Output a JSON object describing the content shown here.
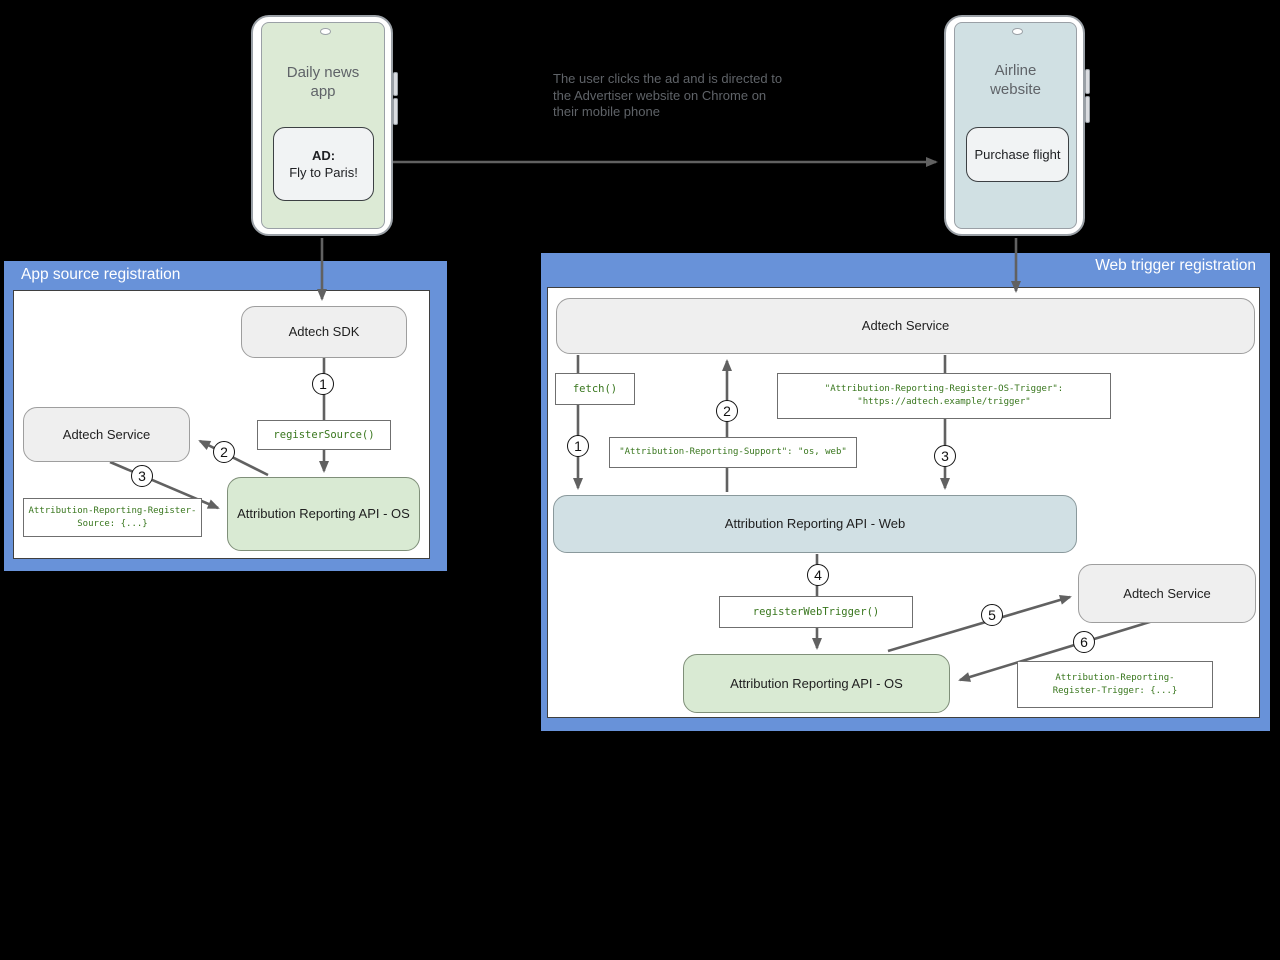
{
  "phones": {
    "left": {
      "title_lines": [
        "Daily news",
        "app"
      ],
      "ad_heading": "AD:",
      "ad_text": "Fly to Paris!"
    },
    "right": {
      "title_lines": [
        "Airline",
        "website"
      ],
      "button": "Purchase flight"
    }
  },
  "annotation": {
    "lines": [
      "The user clicks the ad and is directed to",
      "the Advertiser website on Chrome on",
      "their mobile phone"
    ]
  },
  "panels": {
    "app_source": {
      "title": "App source registration",
      "nodes": {
        "adtech_sdk": "Adtech SDK",
        "adtech_service": "Adtech Service",
        "api_os": "Attribution Reporting API - OS"
      },
      "code": {
        "register_source": "registerSource()",
        "source_header_lines": [
          "Attribution-Reporting-Register-",
          "Source: {...}"
        ]
      },
      "steps": [
        "1",
        "2",
        "3"
      ]
    },
    "web_trigger": {
      "title": "Web trigger registration",
      "nodes": {
        "adtech_service_top": "Adtech Service",
        "api_web": "Attribution Reporting API - Web",
        "adtech_service_right": "Adtech Service",
        "api_os": "Attribution Reporting API - OS"
      },
      "code": {
        "fetch": "fetch()",
        "os_trigger_lines": [
          "\"Attribution-Reporting-Register-OS-Trigger\":",
          "\"https://adtech.example/trigger\""
        ],
        "support": "\"Attribution-Reporting-Support\": \"os, web\"",
        "register_web_trigger": "registerWebTrigger()",
        "register_trigger_lines": [
          "Attribution-Reporting-",
          "Register-Trigger: {...}"
        ]
      },
      "steps": [
        "1",
        "2",
        "3",
        "4",
        "5",
        "6"
      ]
    }
  },
  "colors": {
    "panel_blue": "#6892d9",
    "node_gray": "#efefef",
    "node_green": "#d9ead3",
    "node_blue": "#d1e0e4",
    "code_text_green": "#38761d",
    "arrow_gray": "#616161"
  }
}
